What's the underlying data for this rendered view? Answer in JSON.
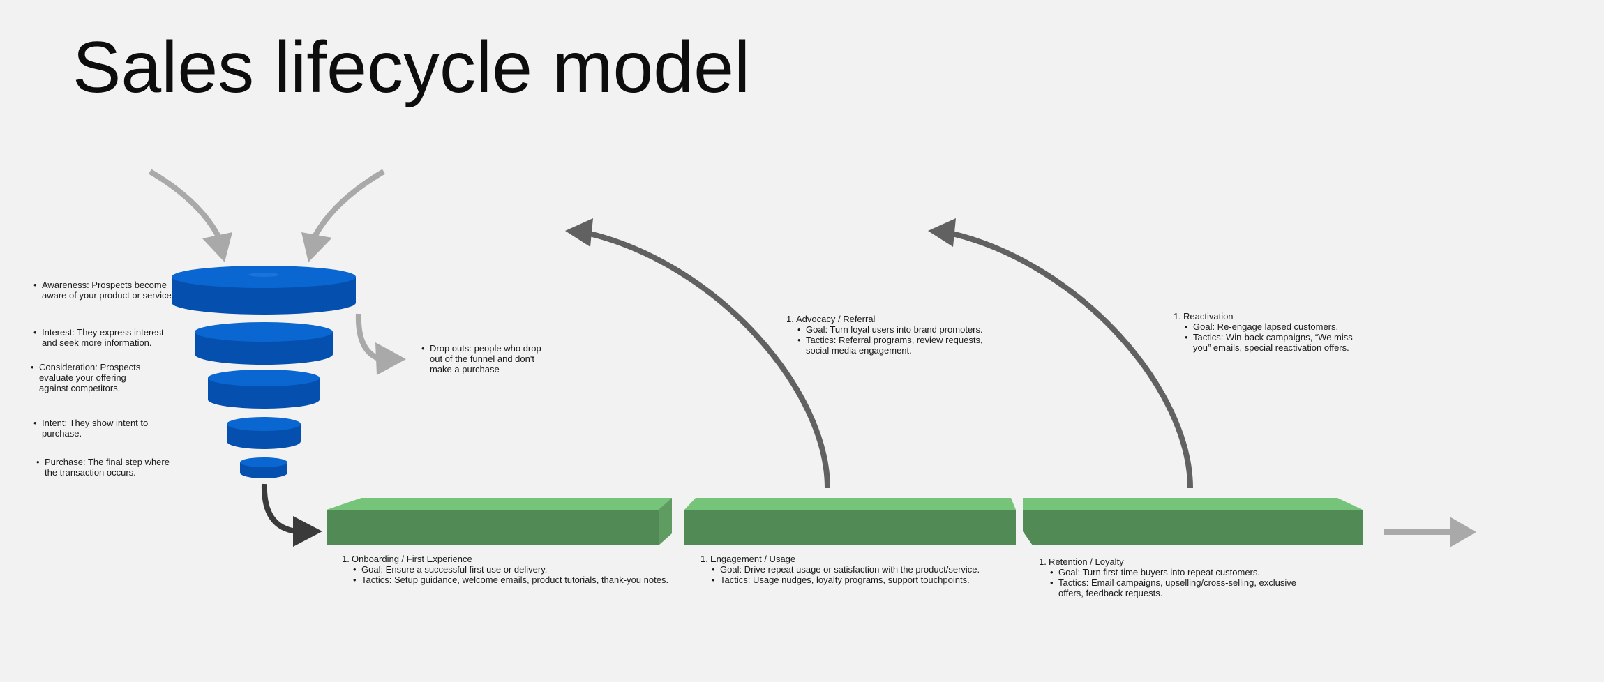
{
  "title": "Sales lifecycle model",
  "colors": {
    "background": "#f2f2f2",
    "funnel_top": "#0a66d1",
    "funnel_side": "#0550ae",
    "stage_top": "#76c47a",
    "stage_front": "#528a55",
    "arrow_light": "#a9a9a9",
    "arrow_dark": "#616161",
    "arrow_darkest": "#3a3a3a"
  },
  "funnel_labels": {
    "awareness": "Awareness: Prospects become aware of your product or service.",
    "interest": "Interest: They express interest and seek more information.",
    "consideration": "Consideration: Prospects evaluate your offering against competitors.",
    "intent": "Intent: They show intent to purchase.",
    "purchase": "Purchase: The final step where the transaction occurs."
  },
  "dropouts": "Drop outs: people who drop out of the funnel and don't make a purchase",
  "stages": [
    {
      "number": "1.",
      "name": "Onboarding / First Experience",
      "goal": "Goal: Ensure a successful first use or delivery.",
      "tactics": "Tactics: Setup guidance, welcome emails, product tutorials, thank-you notes."
    },
    {
      "number": "1.",
      "name": "Engagement / Usage",
      "goal": "Goal: Drive repeat usage or satisfaction with the product/service.",
      "tactics": "Tactics: Usage nudges, loyalty programs, support touchpoints."
    },
    {
      "number": "1.",
      "name": "Retention / Loyalty",
      "goal": "Goal: Turn first-time buyers into repeat customers.",
      "tactics": "Tactics: Email campaigns, upselling/cross-selling, exclusive offers, feedback requests."
    }
  ],
  "loops": [
    {
      "number": "1.",
      "name": "Advocacy / Referral",
      "goal": "Goal: Turn loyal users into brand promoters.",
      "tactics": "Tactics: Referral programs, review requests, social media engagement."
    },
    {
      "number": "1.",
      "name": "Reactivation",
      "goal": "Goal: Re-engage lapsed customers.",
      "tactics": "Tactics: Win-back campaigns, “We miss you” emails, special reactivation offers."
    }
  ]
}
